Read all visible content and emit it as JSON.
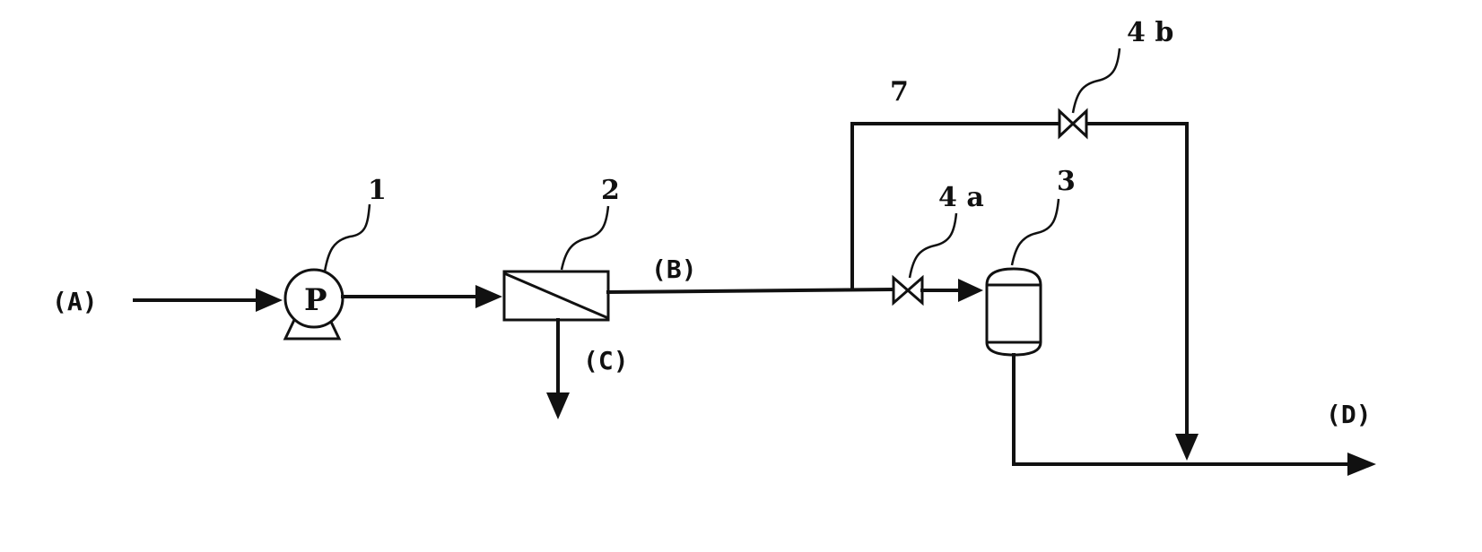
{
  "streams": {
    "a": "(A)",
    "b": "(B)",
    "c": "(C)",
    "d": "(D)"
  },
  "components": {
    "pump_number": "1",
    "pump_symbol": "P",
    "membrane_number": "2",
    "tank_number": "3",
    "valve_a_number": "4 a",
    "valve_b_number": "4 b",
    "bypass_number": "7"
  }
}
